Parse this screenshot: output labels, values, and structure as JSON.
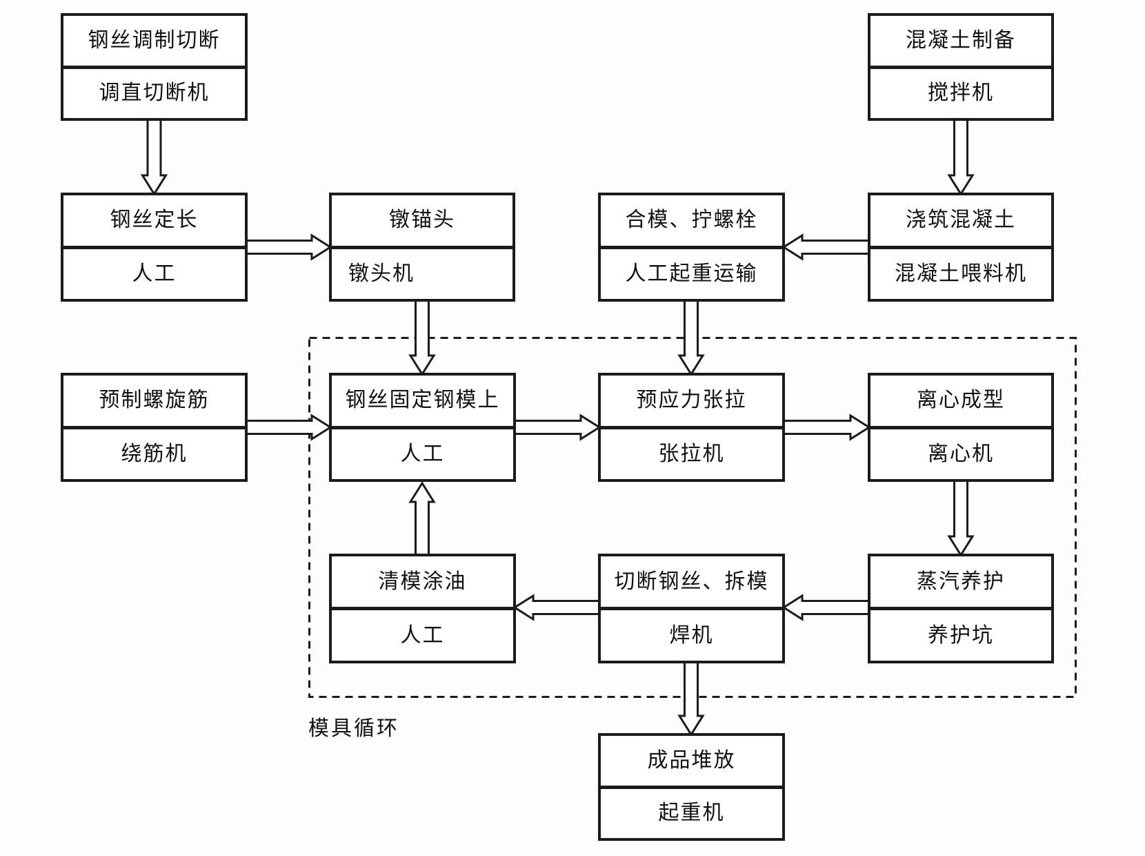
{
  "diagram": {
    "loop_label": "模具循环",
    "boxes": [
      {
        "process": "钢丝调制切断",
        "resource": "调直切断机"
      },
      {
        "process": "混凝土制备",
        "resource": "搅拌机"
      },
      {
        "process": "钢丝定长",
        "resource": "人工"
      },
      {
        "process": "镦锚头",
        "resource": "镦头机"
      },
      {
        "process": "合模、拧螺栓",
        "resource": "人工起重运输"
      },
      {
        "process": "浇筑混凝土",
        "resource": "混凝土喂料机"
      },
      {
        "process": "预制螺旋筋",
        "resource": "绕筋机"
      },
      {
        "process": "钢丝固定钢模上",
        "resource": "人工"
      },
      {
        "process": "预应力张拉",
        "resource": "张拉机"
      },
      {
        "process": "离心成型",
        "resource": "离心机"
      },
      {
        "process": "清模涂油",
        "resource": "人工"
      },
      {
        "process": "切断钢丝、拆模",
        "resource": "焊机"
      },
      {
        "process": "蒸汽养护",
        "resource": "养护坑"
      },
      {
        "process": "成品堆放",
        "resource": "起重机"
      }
    ],
    "flows": [
      {
        "from": "钢丝调制切断",
        "to": "钢丝定长"
      },
      {
        "from": "钢丝定长",
        "to": "镦锚头"
      },
      {
        "from": "镦锚头",
        "to": "钢丝固定钢模上"
      },
      {
        "from": "混凝土制备",
        "to": "浇筑混凝土"
      },
      {
        "from": "浇筑混凝土",
        "to": "合模、拧螺栓"
      },
      {
        "from": "合模、拧螺栓",
        "to": "预应力张拉"
      },
      {
        "from": "预制螺旋筋",
        "to": "钢丝固定钢模上"
      },
      {
        "from": "钢丝固定钢模上",
        "to": "预应力张拉"
      },
      {
        "from": "预应力张拉",
        "to": "离心成型"
      },
      {
        "from": "离心成型",
        "to": "蒸汽养护"
      },
      {
        "from": "蒸汽养护",
        "to": "切断钢丝、拆模"
      },
      {
        "from": "切断钢丝、拆模",
        "to": "清模涂油"
      },
      {
        "from": "清模涂油",
        "to": "钢丝固定钢模上"
      },
      {
        "from": "切断钢丝、拆模",
        "to": "成品堆放"
      }
    ],
    "colors": {
      "line": "#1b1b1b",
      "background": "#ffffff"
    }
  }
}
